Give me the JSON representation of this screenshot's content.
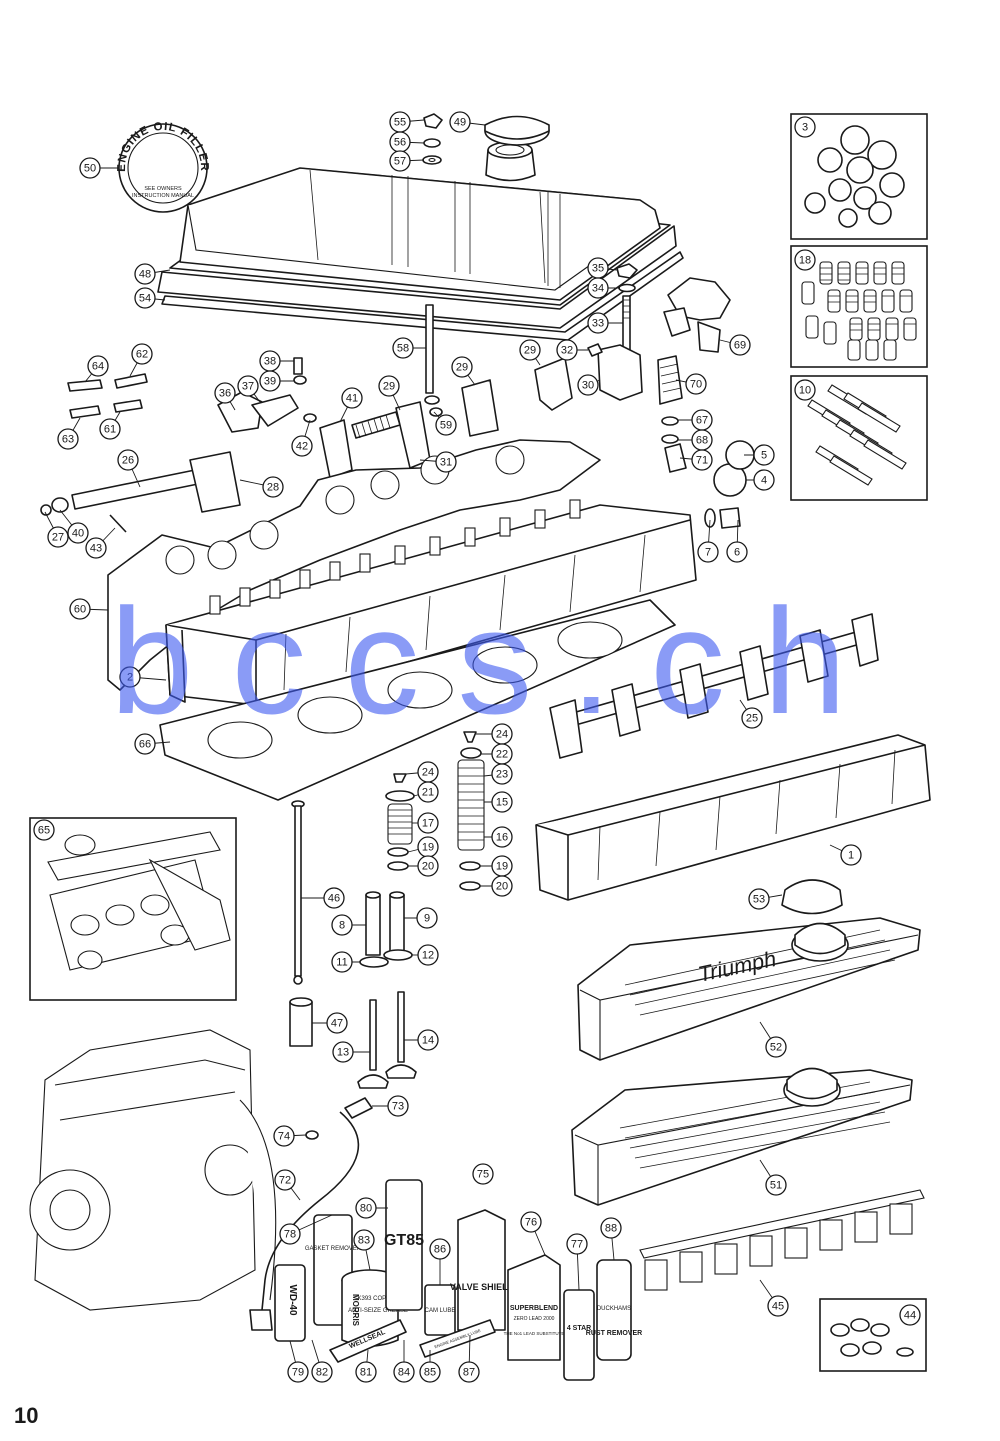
{
  "page": {
    "number": "10"
  },
  "watermark": {
    "text": "bccs.ch",
    "color": "#3d5af1"
  },
  "decal": {
    "line1": "ENGINE OIL FILLER",
    "line2": "SEE OWNERS",
    "line3": "INSTRUCTION MANUAL"
  },
  "cover_branding": {
    "script": "Triumph"
  },
  "products": {
    "wd40": "WD-40",
    "gasket_remover": "GASKET REMOVER",
    "copper": "K393 COPPER",
    "antiseize": "ANTI-SEIZE GREASE",
    "morris": "MORRIS",
    "gt85": "GT85",
    "cam_lube": "CAM LUBE",
    "valve_shield": "VALVE SHIELD",
    "superblend": "SUPERBLEND",
    "zero_lead": "ZERO LEAD 2000",
    "lead_sub": "THE No1 LEAD SUBSTITUTE",
    "four_star": "4 STAR",
    "rust_remover": "RUST REMOVER",
    "duckhams": "DUCKHAMS",
    "wellseal": "WELLSEAL",
    "assembly_lube": "ENGINE ASSEMBLY LUBE"
  },
  "callouts": [
    {
      "n": "55"
    },
    {
      "n": "49"
    },
    {
      "n": "56"
    },
    {
      "n": "57"
    },
    {
      "n": "50"
    },
    {
      "n": "48"
    },
    {
      "n": "54"
    },
    {
      "n": "3"
    },
    {
      "n": "18"
    },
    {
      "n": "10"
    },
    {
      "n": "35"
    },
    {
      "n": "34"
    },
    {
      "n": "33"
    },
    {
      "n": "32"
    },
    {
      "n": "69"
    },
    {
      "n": "29"
    },
    {
      "n": "30"
    },
    {
      "n": "70"
    },
    {
      "n": "58"
    },
    {
      "n": "38"
    },
    {
      "n": "39"
    },
    {
      "n": "64"
    },
    {
      "n": "62"
    },
    {
      "n": "63"
    },
    {
      "n": "61"
    },
    {
      "n": "36"
    },
    {
      "n": "37"
    },
    {
      "n": "41"
    },
    {
      "n": "29"
    },
    {
      "n": "29"
    },
    {
      "n": "42"
    },
    {
      "n": "59"
    },
    {
      "n": "31"
    },
    {
      "n": "67"
    },
    {
      "n": "68"
    },
    {
      "n": "71"
    },
    {
      "n": "5"
    },
    {
      "n": "4"
    },
    {
      "n": "26"
    },
    {
      "n": "28"
    },
    {
      "n": "27"
    },
    {
      "n": "40"
    },
    {
      "n": "43"
    },
    {
      "n": "7"
    },
    {
      "n": "6"
    },
    {
      "n": "60"
    },
    {
      "n": "2"
    },
    {
      "n": "66"
    },
    {
      "n": "25"
    },
    {
      "n": "24"
    },
    {
      "n": "22"
    },
    {
      "n": "23"
    },
    {
      "n": "15"
    },
    {
      "n": "16"
    },
    {
      "n": "19"
    },
    {
      "n": "20"
    },
    {
      "n": "24"
    },
    {
      "n": "21"
    },
    {
      "n": "17"
    },
    {
      "n": "19"
    },
    {
      "n": "20"
    },
    {
      "n": "1"
    },
    {
      "n": "65"
    },
    {
      "n": "46"
    },
    {
      "n": "8"
    },
    {
      "n": "9"
    },
    {
      "n": "11"
    },
    {
      "n": "12"
    },
    {
      "n": "47"
    },
    {
      "n": "13"
    },
    {
      "n": "14"
    },
    {
      "n": "53"
    },
    {
      "n": "52"
    },
    {
      "n": "51"
    },
    {
      "n": "73"
    },
    {
      "n": "74"
    },
    {
      "n": "72"
    },
    {
      "n": "75"
    },
    {
      "n": "80"
    },
    {
      "n": "76"
    },
    {
      "n": "78"
    },
    {
      "n": "83"
    },
    {
      "n": "86"
    },
    {
      "n": "77"
    },
    {
      "n": "88"
    },
    {
      "n": "45"
    },
    {
      "n": "44"
    },
    {
      "n": "79"
    },
    {
      "n": "82"
    },
    {
      "n": "81"
    },
    {
      "n": "84"
    },
    {
      "n": "85"
    },
    {
      "n": "87"
    }
  ]
}
